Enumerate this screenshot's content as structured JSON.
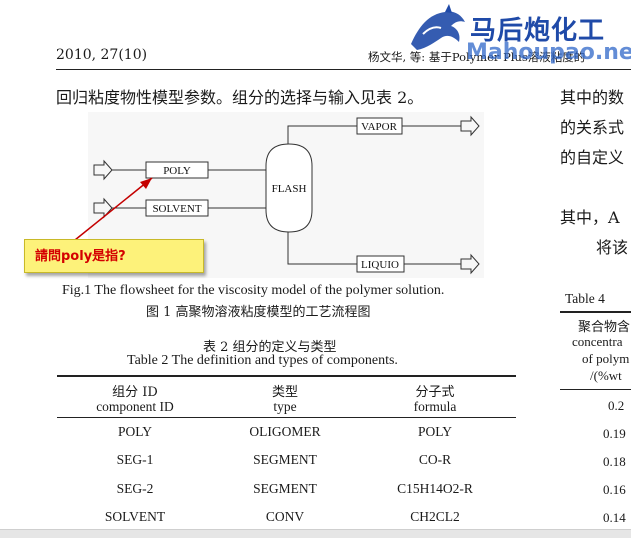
{
  "header": {
    "left": "2010, 27(10)",
    "right": "杨文华, 等: 基于Polymer Plus溶液粘度的"
  },
  "logo": {
    "cn": "马后炮化工",
    "en": "Mahoupao.net"
  },
  "body_left": {
    "line1": "回归粘度物性模型参数。组分的选择与输入见表 2。"
  },
  "body_right": {
    "line1": "其中的数",
    "line2": "的关系式",
    "line3": "的自定义",
    "line4": "其中，A",
    "line5": "将该"
  },
  "flowsheet": {
    "poly": "POLY",
    "solvent": "SOLVENT",
    "flash": "FLASH",
    "vapor": "VAPOR",
    "liquid": "LIQUIO"
  },
  "callout": {
    "text": "請問poly是指?"
  },
  "fig_caption": {
    "en": "Fig.1    The flowsheet for the viscosity model of the polymer solution.",
    "cn": "图 1    高聚物溶液粘度模型的工艺流程图"
  },
  "table2": {
    "title_cn": "表 2    组分的定义与类型",
    "title_en": "Table 2    The definition and types of components.",
    "headers": [
      {
        "cn": "组分 ID",
        "en": "component ID"
      },
      {
        "cn": "类型",
        "en": "type"
      },
      {
        "cn": "分子式",
        "en": "formula"
      }
    ],
    "rows": [
      [
        "POLY",
        "OLIGOMER",
        "POLY"
      ],
      [
        "SEG-1",
        "SEGMENT",
        "CO-R"
      ],
      [
        "SEG-2",
        "SEGMENT",
        "C15H14O2-R"
      ],
      [
        "SOLVENT",
        "CONV",
        "CH2CL2"
      ]
    ]
  },
  "table4": {
    "title": "Table 4",
    "head": [
      "聚合物含",
      "concentra",
      "of polym",
      "/(%wt"
    ],
    "values": [
      "0.2",
      "0.19",
      "0.18",
      "0.16",
      "0.14"
    ]
  }
}
